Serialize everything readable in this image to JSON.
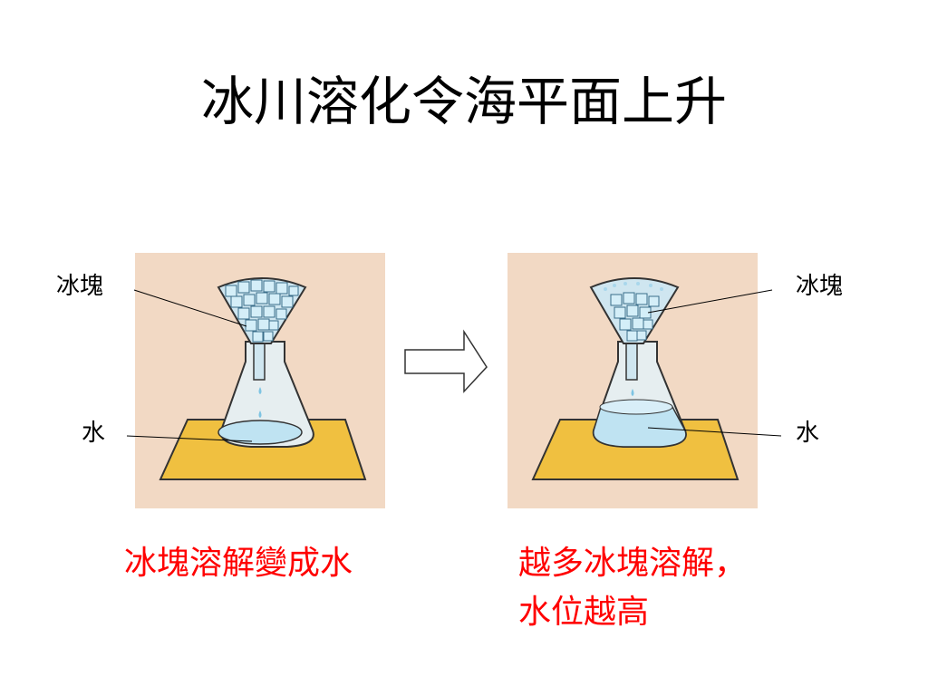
{
  "slide": {
    "title": "冰川溶化令海平面上升",
    "left_panel": {
      "ice_label": "冰塊",
      "water_label": "水",
      "caption": "冰塊溶解變成水"
    },
    "right_panel": {
      "ice_label": "冰塊",
      "water_label": "水",
      "caption_line1": "越多冰塊溶解，",
      "caption_line2": "水位越高"
    },
    "arrow_icon": "right-arrow-icon"
  },
  "colors": {
    "panel_background": "#f2d9c4",
    "base_board": "#f0c040",
    "board_edge": "#333333",
    "water": "#bfe3f2",
    "ice": "#d4eef8",
    "caption_text": "#ff0000",
    "title_text": "#000000"
  }
}
